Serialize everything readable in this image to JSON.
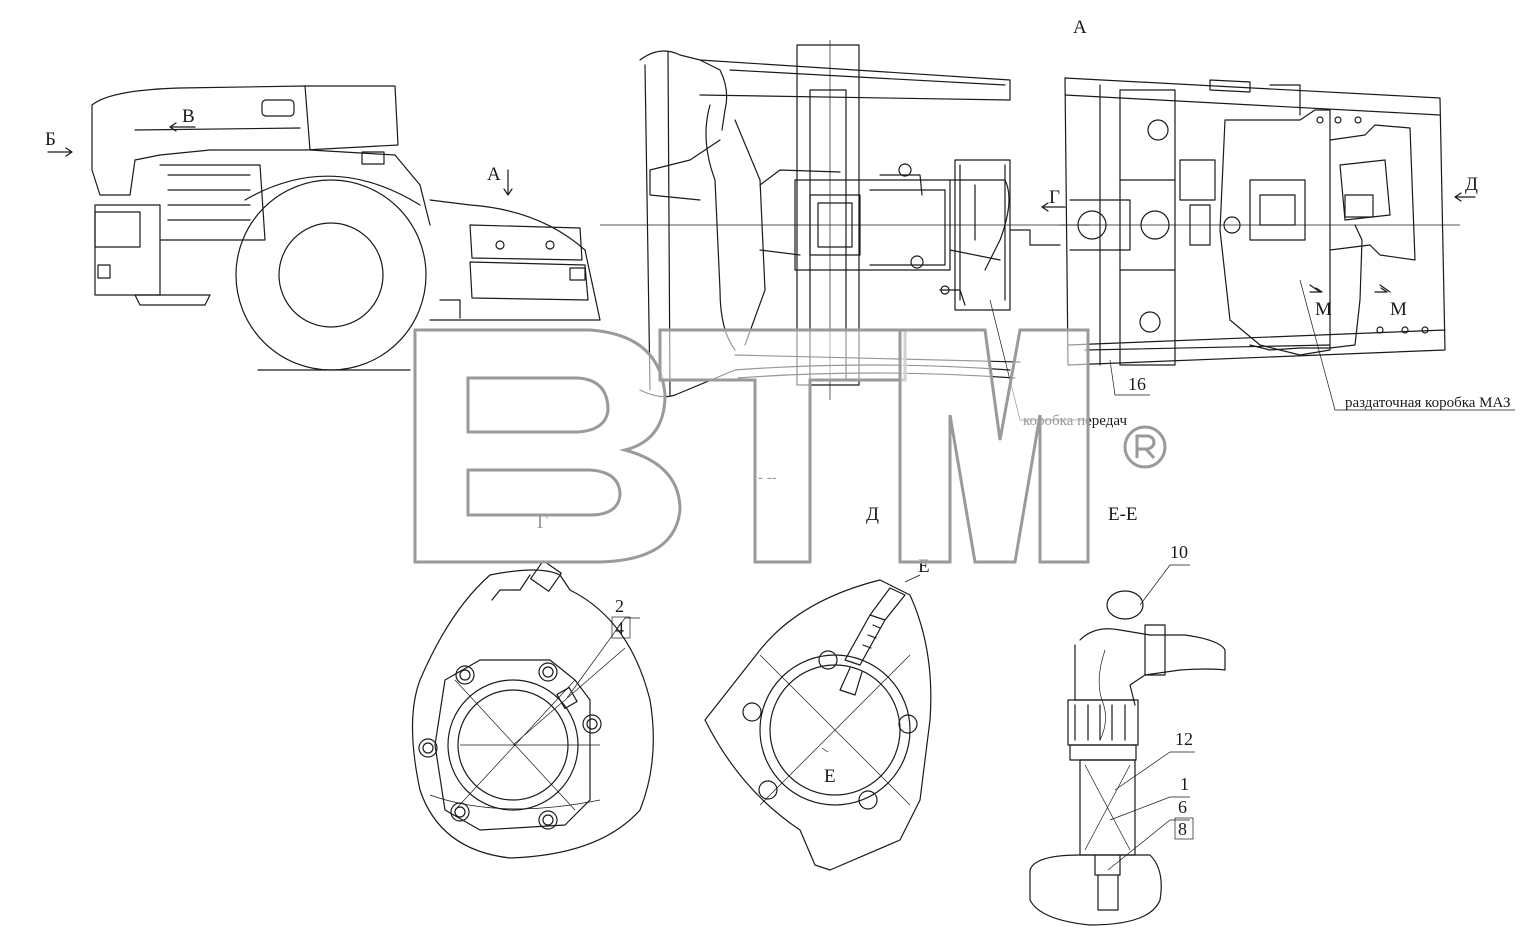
{
  "watermark": {
    "text": "BTM",
    "reg": "®"
  },
  "view_labels": {
    "a_top": "А",
    "b_left": "Б",
    "v_top": "В",
    "a_arrow": "А",
    "g_arrow": "Г",
    "d_arrow": "Д",
    "m_left": "М",
    "m_right": "М",
    "g_view": "Г",
    "d_view": "Д",
    "ee_view": "Е-Е",
    "e_top": "Е",
    "e_bottom": "Е"
  },
  "callouts": {
    "gearbox": "коробка передач",
    "transfer_case": "раздаточная коробка МАЗ"
  },
  "part_numbers": {
    "p16": "16",
    "p2": "2",
    "p4": "4",
    "p10": "10",
    "p12": "12",
    "p1": "1",
    "p6": "6",
    "p8": "8"
  },
  "misc": {
    "dots": "- --"
  }
}
